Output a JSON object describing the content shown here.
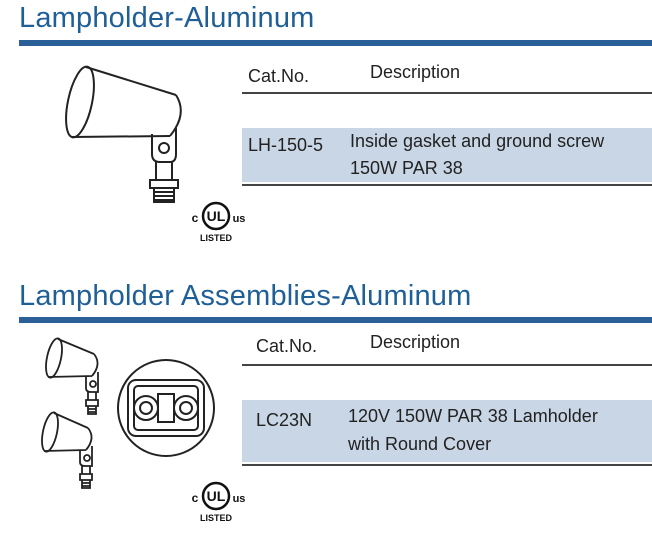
{
  "sections": [
    {
      "title": "Lampholder-Aluminum",
      "columns": {
        "cat": "Cat.No.",
        "desc": "Description"
      },
      "rows": [
        {
          "cat": "LH-150-5",
          "desc_line1": "Inside gasket and ground screw",
          "desc_line2": "150W PAR 38"
        }
      ],
      "ul_mark": {
        "left": "c",
        "right": "us",
        "center": "UL",
        "bottom": "LISTED"
      }
    },
    {
      "title": "Lampholder Assemblies-Aluminum",
      "columns": {
        "cat": "Cat.No.",
        "desc": "Description"
      },
      "rows": [
        {
          "cat": "LC23N",
          "desc_line1": "120V 150W PAR 38 Lamholder",
          "desc_line2": "with Round Cover"
        }
      ],
      "ul_mark": {
        "left": "c",
        "right": "us",
        "center": "UL",
        "bottom": "LISTED"
      }
    }
  ],
  "colors": {
    "accent": "#2b5f97",
    "title": "#1f5f98",
    "band": "#c9d6e5"
  }
}
